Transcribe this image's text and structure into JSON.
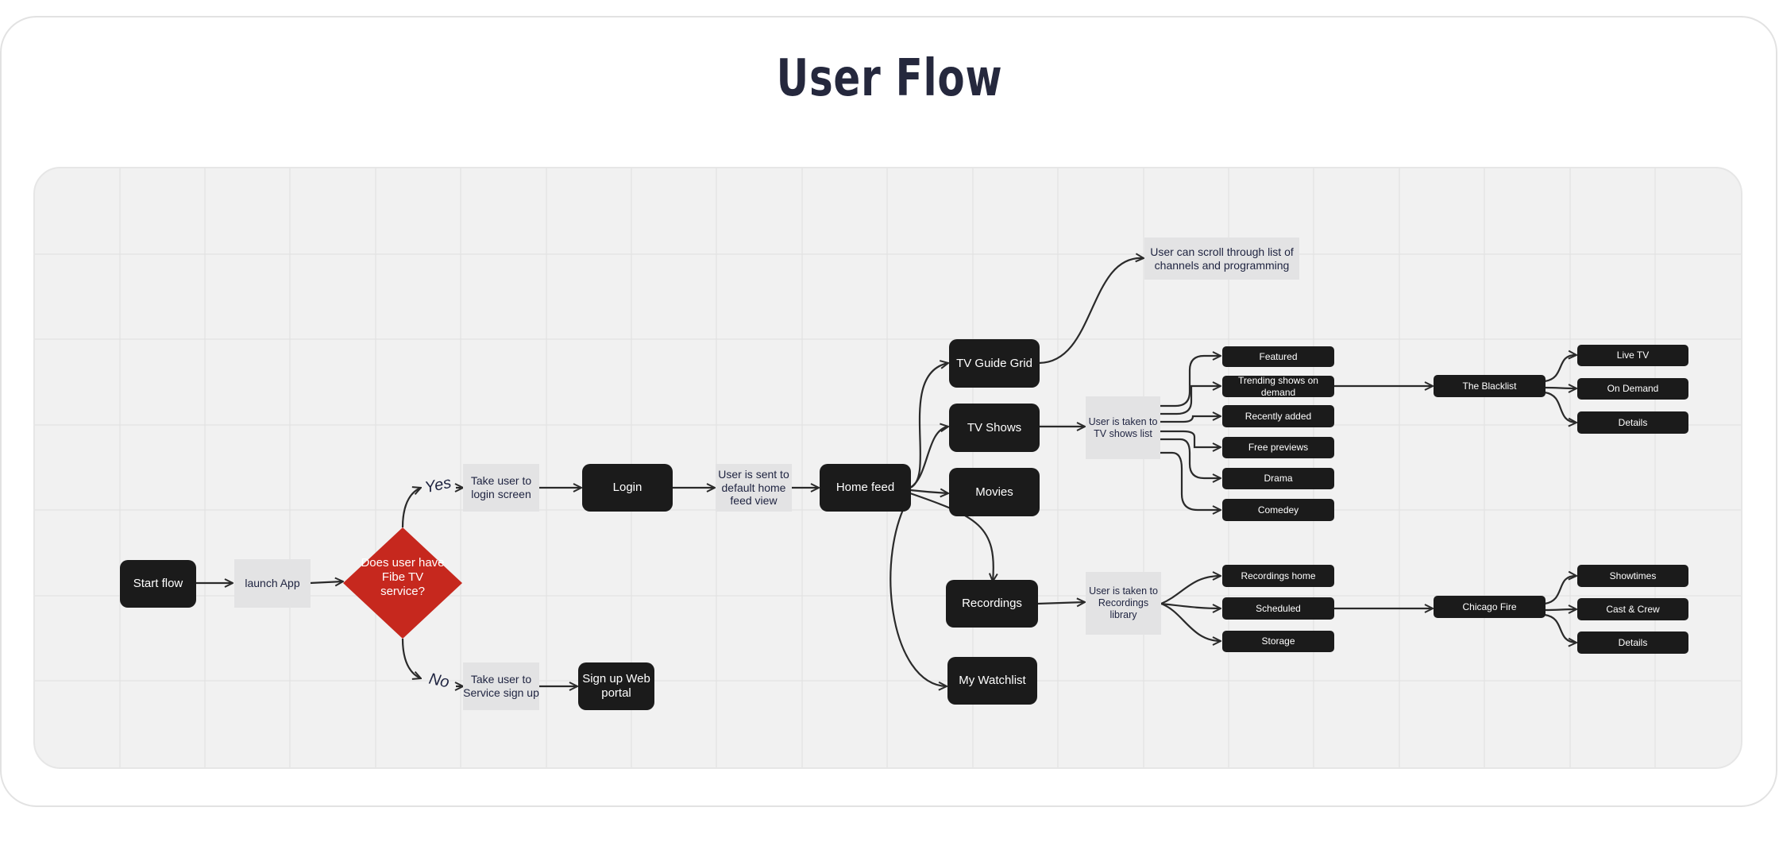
{
  "title": "User Flow",
  "nodes": {
    "start": "Start flow",
    "launch": "launch App",
    "decision": "Does user have Fibe TV service?",
    "yes_label": "Yes",
    "no_label": "No",
    "take_login": "Take user to login screen",
    "login": "Login",
    "sent_home": "User is sent to default home feed view",
    "home_feed": "Home feed",
    "take_signup": "Take user to Service sign up",
    "signup_web": "Sign up Web portal",
    "tv_guide": "TV Guide Grid",
    "tv_shows": "TV Shows",
    "movies": "Movies",
    "recordings": "Recordings",
    "watchlist": "My Watchlist",
    "scroll_note": "User can scroll through list of channels and programming",
    "shows_list_note": "User is taken to TV shows list",
    "recordings_note": "User is taken to Recordings library",
    "featured": "Featured",
    "trending": "Trending shows on demand",
    "recently_added": "Recently added",
    "free_previews": "Free previews",
    "drama": "Drama",
    "comedy": "Comedey",
    "blacklist": "The Blacklist",
    "live_tv": "Live TV",
    "on_demand": "On Demand",
    "details_1": "Details",
    "recordings_home": "Recordings home",
    "scheduled": "Scheduled",
    "storage": "Storage",
    "chicago_fire": "Chicago Fire",
    "showtimes": "Showtimes",
    "cast_crew": "Cast & Crew",
    "details_2": "Details"
  },
  "colors": {
    "dark_node": "#1b1b1b",
    "note": "#e3e3e4",
    "decision": "#c6281e",
    "board": "#f1f1f1",
    "title": "#25283d"
  }
}
